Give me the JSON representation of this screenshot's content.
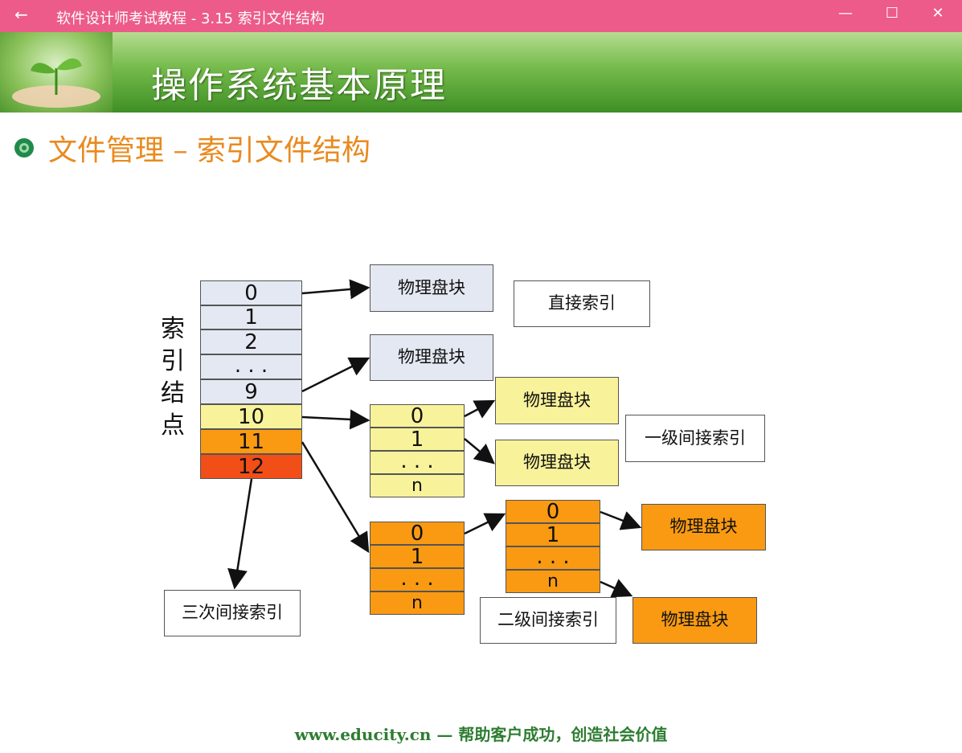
{
  "window": {
    "back_icon": "←",
    "title": "软件设计师考试教程 - 3.15  索引文件结构",
    "minimize": "—",
    "maximize": "☐",
    "close": "✕"
  },
  "banner": {
    "title": "操作系统基本原理"
  },
  "slide": {
    "heading": "文件管理 – 索引文件结构",
    "index_node_label": [
      "索",
      "引",
      "结",
      "点"
    ],
    "index_cells": [
      "0",
      "1",
      "2",
      ". . .",
      "9",
      "10",
      "11",
      "12"
    ],
    "level1_cells": [
      "0",
      "1",
      ". . .",
      "n"
    ],
    "level2a_cells": [
      "0",
      "1",
      ". . .",
      "n"
    ],
    "level2b_cells": [
      "0",
      "1",
      ". . .",
      "n"
    ],
    "block_label": "物理盘块",
    "labels": {
      "direct": "直接索引",
      "single": "一级间接索引",
      "double": "二级间接索引",
      "triple": "三次间接索引"
    },
    "footer": "www.educity.cn — 帮助客户成功，创造社会价值"
  },
  "colors": {
    "titlebar": "#ec5b8a",
    "blue_cell": "#e3e8f2",
    "yellow_cell": "#f8f29a",
    "orange_cell": "#f99a12",
    "red_cell": "#f24e18",
    "heading": "#e98a1f"
  }
}
